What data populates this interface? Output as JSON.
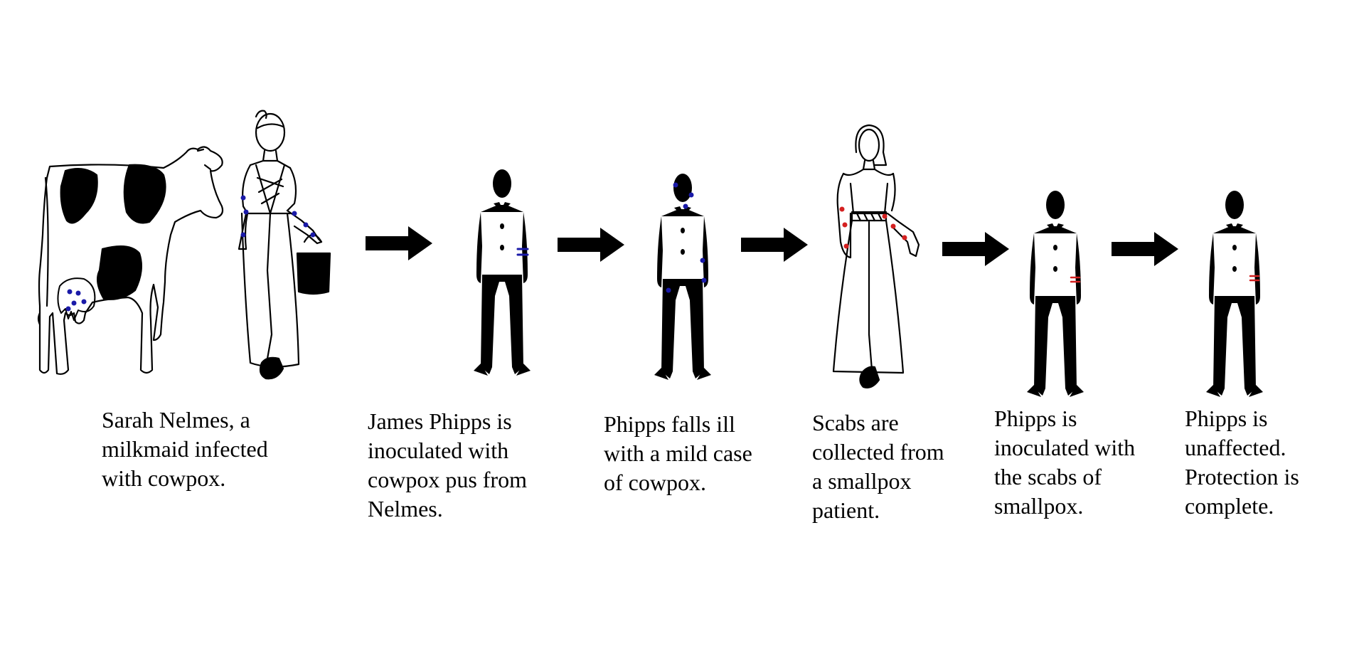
{
  "colors": {
    "cowpox_spot": "#1a1aa8",
    "smallpox_spot": "#d42020",
    "udder": "#e8a7a7",
    "arrow": "#000000",
    "ink": "#000000",
    "background": "#ffffff"
  },
  "steps": [
    {
      "id": "nelmes",
      "caption": "Sarah Nelmes, a\nmilkmaid infected\nwith cowpox."
    },
    {
      "id": "inoculated-cowpox",
      "caption": "James Phipps is\ninoculated with\ncowpox pus from\nNelmes."
    },
    {
      "id": "falls-ill",
      "caption": "Phipps falls ill\nwith a mild case\nof cowpox."
    },
    {
      "id": "scabs-collected",
      "caption": "Scabs are\ncollected from\na smallpox\npatient."
    },
    {
      "id": "inoculated-smallpox",
      "caption": "Phipps is\ninoculated with\nthe scabs of\nsmallpox."
    },
    {
      "id": "unaffected",
      "caption": "Phipps is\nunaffected.\nProtection is\ncomplete."
    }
  ],
  "icons": {
    "cow": "cow-icon",
    "milkmaid": "milkmaid-icon",
    "boy": "boy-icon",
    "woman": "woman-patient-icon",
    "arrow": "right-arrow-icon"
  }
}
